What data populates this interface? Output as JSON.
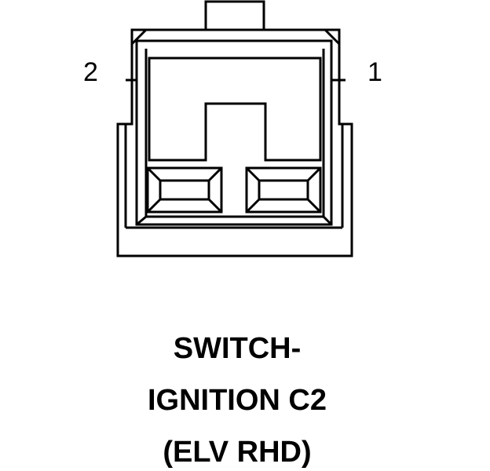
{
  "connector": {
    "pins": [
      {
        "number": "2"
      },
      {
        "number": "1"
      }
    ]
  },
  "caption": {
    "line1": "SWITCH-",
    "line2": "IGNITION C2",
    "line3": "(ELV RHD)"
  }
}
